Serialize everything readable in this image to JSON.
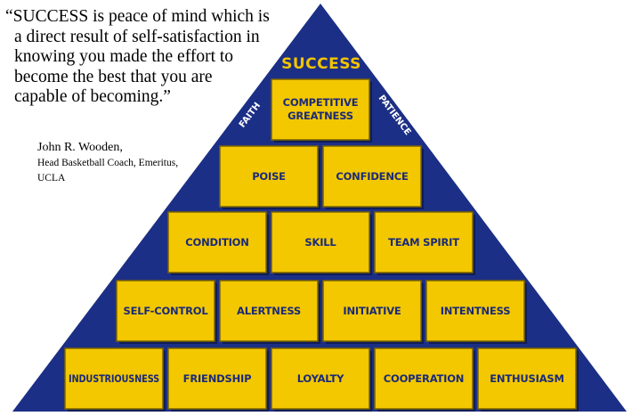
{
  "quote": {
    "lines": [
      "“SUCCESS is peace of mind which is",
      "a direct result of self-satisfaction in",
      "knowing you made the effort to",
      "become the best that you are",
      "capable of becoming.”"
    ]
  },
  "attribution": {
    "name": "John R. Wooden,",
    "title": "Head Basketball Coach, Emeritus,",
    "school": "UCLA"
  },
  "pyramid": {
    "apex": "SUCCESS",
    "left_side": "FAITH",
    "right_side": "PATIENCE",
    "rows": [
      [
        {
          "l1": "COMPETITIVE",
          "l2": "GREATNESS"
        }
      ],
      [
        {
          "l1": "POISE"
        },
        {
          "l1": "CONFIDENCE"
        }
      ],
      [
        {
          "l1": "CONDITION"
        },
        {
          "l1": "SKILL"
        },
        {
          "l1": "TEAM SPIRIT"
        }
      ],
      [
        {
          "l1": "SELF-CONTROL"
        },
        {
          "l1": "ALERTNESS"
        },
        {
          "l1": "INITIATIVE"
        },
        {
          "l1": "INTENTNESS"
        }
      ],
      [
        {
          "l1": "INDUSTRIOUSNESS"
        },
        {
          "l1": "FRIENDSHIP"
        },
        {
          "l1": "LOYALTY"
        },
        {
          "l1": "COOPERATION"
        },
        {
          "l1": "ENTHUSIASM"
        }
      ]
    ],
    "colors": {
      "pyramid": "#1c2f86",
      "block": "#f3c800",
      "block_border": "#7a6400",
      "shadow": "#0c1540",
      "text": "#1b2a78",
      "apex_text": "#f2c500"
    }
  }
}
